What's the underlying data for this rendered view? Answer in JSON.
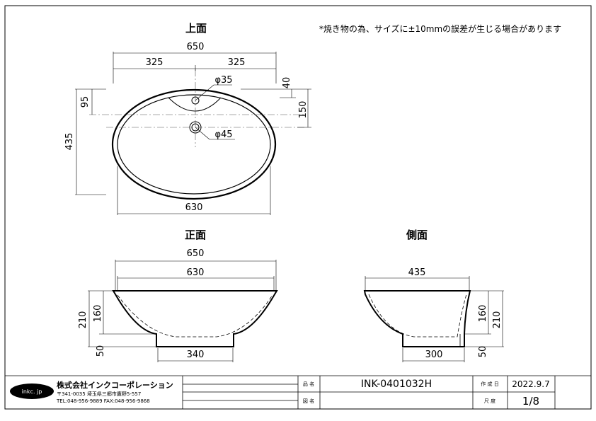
{
  "views": {
    "top": "上面",
    "front": "正面",
    "side": "側面"
  },
  "note": "*焼き物の為、サイズに±10mmの誤差が生じる場合があります",
  "top_dims": {
    "overall_width": "650",
    "half_left": "325",
    "half_right": "325",
    "faucet_hole": "φ35",
    "drain_hole": "φ45",
    "faucet_offset": "95",
    "overall_depth": "435",
    "edge_to_faucet": "40",
    "faucet_to_drain": "150",
    "inner_width": "630"
  },
  "front_dims": {
    "overall_width": "650",
    "inner_width": "630",
    "total_height": "210",
    "bowl_height": "160",
    "foot_height": "50",
    "foot_width": "340"
  },
  "side_dims": {
    "overall_depth": "435",
    "bowl_height": "160",
    "total_height": "210",
    "foot_height": "50",
    "foot_width": "300"
  },
  "title_block": {
    "logo": "inkc. jp",
    "company": "株式会社インクコーポレーション",
    "address": "〒341-0035 埼玉県三郷市鷹野5-557",
    "contact": "TEL:048-956-9889  FAX:048-956-9868",
    "product_label": "品 名",
    "product_value": "INK-0401032H",
    "drawing_label": "図 名",
    "drawing_value": "",
    "date_label": "作 成 日",
    "date_value": "2022.9.7",
    "scale_label": "尺 度",
    "scale_value": "1/8"
  }
}
